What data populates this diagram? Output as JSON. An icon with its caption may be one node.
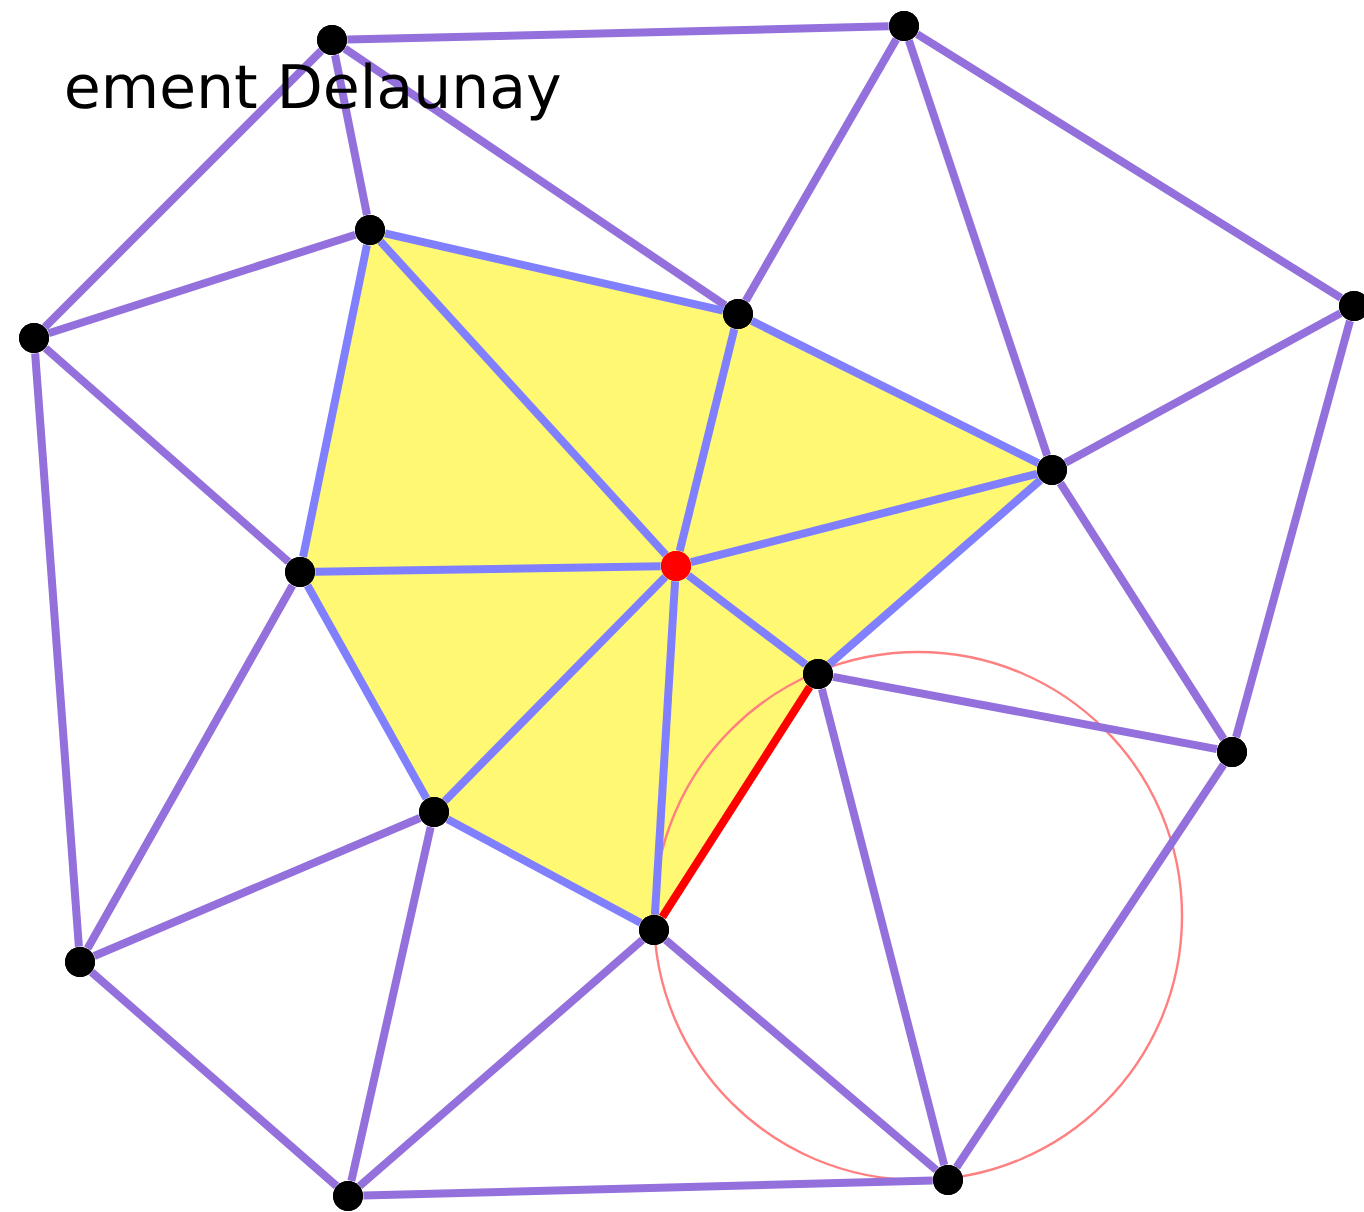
{
  "diagram": {
    "nodes": [
      {
        "text": [],
        "shape": "circle"
      },
      {
        "text": [],
        "shape": "circle"
      },
      {
        "text": [],
        "shape": "circle"
      },
      {
        "text": [],
        "shape": "circle"
      },
      {
        "text": [],
        "shape": "circle"
      },
      {
        "text": [],
        "shape": "circle"
      },
      {
        "text": [],
        "shape": "circle"
      },
      {
        "text": [],
        "shape": "circle"
      },
      {
        "text": [],
        "shape": "circle"
      },
      {
        "text": [],
        "shape": "circle"
      },
      {
        "text": [],
        "shape": "circle"
      },
      {
        "text": [],
        "shape": "circle"
      },
      {
        "text": [],
        "shape": "circle"
      },
      {
        "text": [],
        "shape": "circle"
      },
      {
        "text": [],
        "shape": "circle"
      },
      {
        "text": [],
        "shape": "circle"
      }
    ],
    "edges": [
      {
        "from": 0,
        "to": 1,
        "arrow": "none"
      },
      {
        "from": 1,
        "to": 2,
        "arrow": "none"
      },
      {
        "from": 2,
        "to": 10,
        "arrow": "none"
      },
      {
        "from": 10,
        "to": 14,
        "arrow": "none"
      },
      {
        "from": 14,
        "to": 15,
        "arrow": "none"
      },
      {
        "from": 15,
        "to": 12,
        "arrow": "none"
      },
      {
        "from": 12,
        "to": 3,
        "arrow": "none"
      },
      {
        "from": 3,
        "to": 0,
        "arrow": "none"
      },
      {
        "from": 0,
        "to": 4,
        "arrow": "none"
      },
      {
        "from": 0,
        "to": 5,
        "arrow": "none"
      },
      {
        "from": 1,
        "to": 5,
        "arrow": "none"
      },
      {
        "from": 1,
        "to": 6,
        "arrow": "none"
      },
      {
        "from": 2,
        "to": 6,
        "arrow": "none"
      },
      {
        "from": 3,
        "to": 4,
        "arrow": "none"
      },
      {
        "from": 3,
        "to": 7,
        "arrow": "none"
      },
      {
        "from": 4,
        "to": 5,
        "arrow": "none",
        "color": "#8080ff"
      },
      {
        "from": 4,
        "to": 7,
        "arrow": "none",
        "color": "#8080ff"
      },
      {
        "from": 4,
        "to": 8,
        "arrow": "none",
        "color": "#8080ff"
      },
      {
        "from": 5,
        "to": 8,
        "arrow": "none",
        "color": "#8080ff"
      },
      {
        "from": 5,
        "to": 6,
        "arrow": "none",
        "color": "#8080ff"
      },
      {
        "from": 6,
        "to": 8,
        "arrow": "none",
        "color": "#8080ff"
      },
      {
        "from": 6,
        "to": 9,
        "arrow": "none",
        "color": "#8080ff"
      },
      {
        "from": 6,
        "to": 10,
        "arrow": "none"
      },
      {
        "from": 7,
        "to": 8,
        "arrow": "none",
        "color": "#8080ff"
      },
      {
        "from": 7,
        "to": 11,
        "arrow": "none",
        "color": "#8080ff"
      },
      {
        "from": 7,
        "to": 12,
        "arrow": "none"
      },
      {
        "from": 8,
        "to": 11,
        "arrow": "none",
        "color": "#8080ff"
      },
      {
        "from": 8,
        "to": 13,
        "arrow": "none",
        "color": "#8080ff"
      },
      {
        "from": 8,
        "to": 9,
        "arrow": "none",
        "color": "#8080ff"
      },
      {
        "from": 9,
        "to": 13,
        "arrow": "none",
        "color": "#ff0000"
      },
      {
        "from": 9,
        "to": 10,
        "arrow": "none"
      },
      {
        "from": 9,
        "to": 14,
        "arrow": "none"
      },
      {
        "from": 11,
        "to": 13,
        "arrow": "none",
        "color": "#8080ff"
      },
      {
        "from": 11,
        "to": 12,
        "arrow": "none"
      },
      {
        "from": 11,
        "to": 15,
        "arrow": "none"
      },
      {
        "from": 13,
        "to": 15,
        "arrow": "none"
      },
      {
        "from": 13,
        "to": 14,
        "arrow": "none"
      }
    ],
    "labels": [
      "ement Delaunay"
    ]
  }
}
